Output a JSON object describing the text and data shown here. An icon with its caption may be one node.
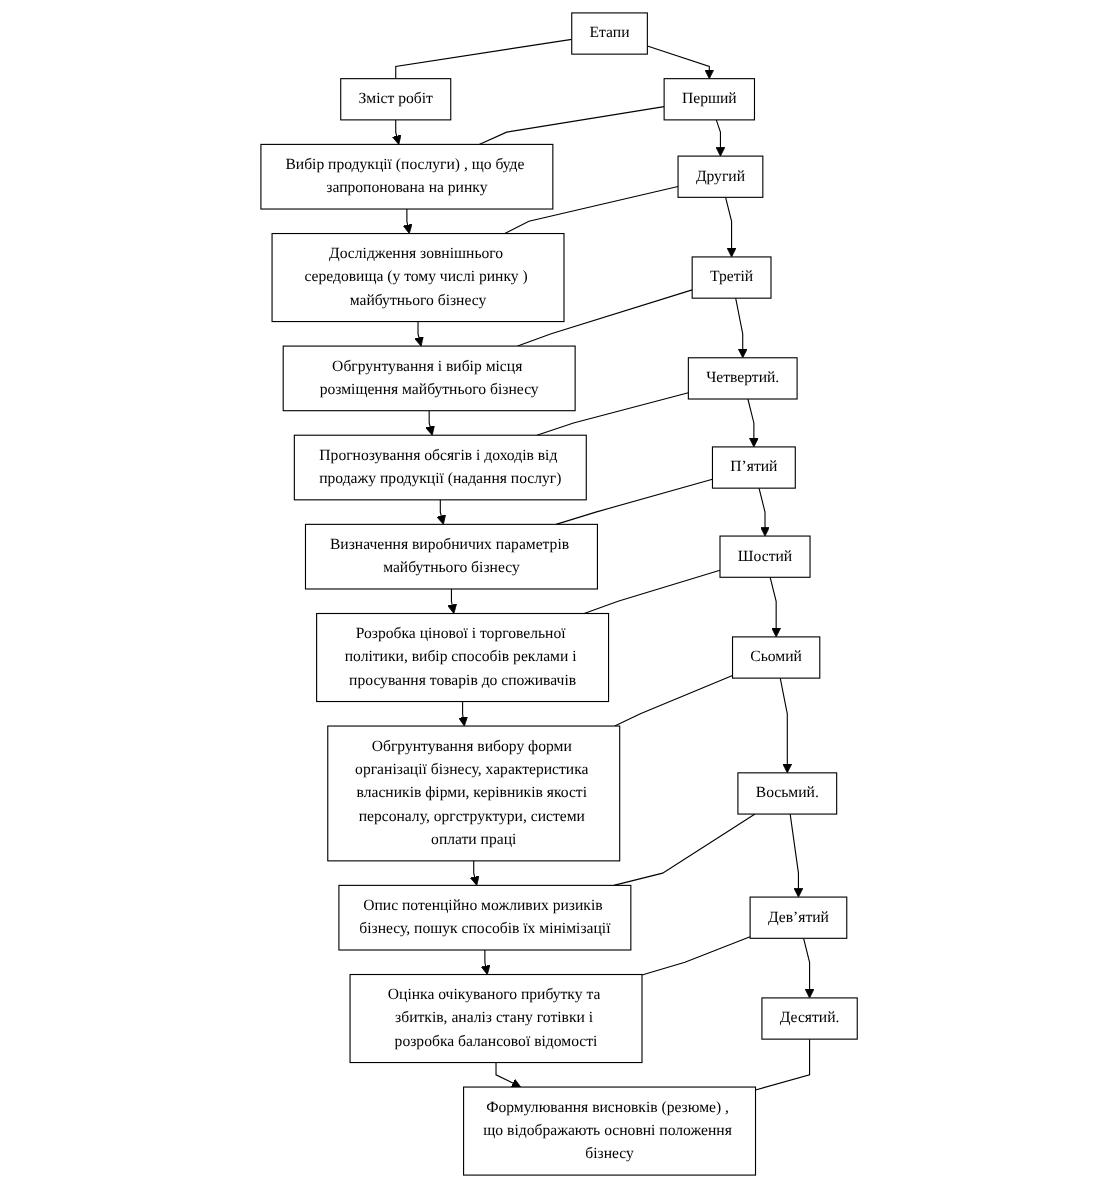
{
  "diagram": {
    "nodes": [
      {
        "text": [
          "Етапи"
        ]
      },
      {
        "text": [
          "Зміст робіт"
        ]
      },
      {
        "text": [
          "Перший"
        ]
      },
      {
        "text": [
          "Вибір продукції (послуги) , що буде запропонована на ринку"
        ]
      },
      {
        "text": [
          "Другий"
        ]
      },
      {
        "text": [
          "Дослідження зовнішнього середовища (у тому числі ринку ) майбутнього бізнесу"
        ]
      },
      {
        "text": [
          "Третій"
        ]
      },
      {
        "text": [
          "Обгрунтування і вибір місця розміщення майбутнього бізнесу"
        ]
      },
      {
        "text": [
          "Четвертий."
        ]
      },
      {
        "text": [
          "Прогнозування обсягів і доходів від продажу продукції (надання послуг)"
        ]
      },
      {
        "text": [
          "П’ятий"
        ]
      },
      {
        "text": [
          "Визначення виробничих параметрів майбутнього бізнесу"
        ]
      },
      {
        "text": [
          "Шостий"
        ]
      },
      {
        "text": [
          "Розробка цінової і торговельної політики, вибір способів реклами і просування товарів до споживачів"
        ]
      },
      {
        "text": [
          "Сьомий"
        ]
      },
      {
        "text": [
          "Обгрунтування вибору форми організації бізнесу, характеристика власників фірми, керівників якості персоналу, оргструктури, системи оплати праці"
        ]
      },
      {
        "text": [
          "Восьмий."
        ]
      },
      {
        "text": [
          "Опис потенційно можливих ризиків бізнесу, пошук способів їх мінімізації"
        ]
      },
      {
        "text": [
          "Дев’ятий"
        ]
      },
      {
        "text": [
          "Оцінка очікуваного прибутку та збитків, аналіз стану готівки і розробка балансової відомості"
        ]
      },
      {
        "text": [
          "Десятий."
        ]
      },
      {
        "text": [
          "Формулювання висновків (резюме) , що відображають основні положення бізнесу"
        ]
      }
    ],
    "edges": [
      {
        "from": 0,
        "to": 1,
        "arrow": "none"
      },
      {
        "from": 0,
        "to": 2,
        "arrow": "to"
      },
      {
        "from": 1,
        "to": 3,
        "arrow": "to"
      },
      {
        "from": 2,
        "to": 3,
        "arrow": "none"
      },
      {
        "from": 2,
        "to": 4,
        "arrow": "to"
      },
      {
        "from": 3,
        "to": 5,
        "arrow": "to"
      },
      {
        "from": 4,
        "to": 5,
        "arrow": "none"
      },
      {
        "from": 4,
        "to": 6,
        "arrow": "to"
      },
      {
        "from": 5,
        "to": 7,
        "arrow": "to"
      },
      {
        "from": 6,
        "to": 7,
        "arrow": "none"
      },
      {
        "from": 6,
        "to": 8,
        "arrow": "to"
      },
      {
        "from": 7,
        "to": 9,
        "arrow": "to"
      },
      {
        "from": 8,
        "to": 9,
        "arrow": "none"
      },
      {
        "from": 8,
        "to": 10,
        "arrow": "to"
      },
      {
        "from": 9,
        "to": 11,
        "arrow": "to"
      },
      {
        "from": 10,
        "to": 11,
        "arrow": "none"
      },
      {
        "from": 10,
        "to": 12,
        "arrow": "to"
      },
      {
        "from": 11,
        "to": 13,
        "arrow": "to"
      },
      {
        "from": 12,
        "to": 13,
        "arrow": "none"
      },
      {
        "from": 12,
        "to": 14,
        "arrow": "to"
      },
      {
        "from": 13,
        "to": 15,
        "arrow": "to"
      },
      {
        "from": 14,
        "to": 15,
        "arrow": "none"
      },
      {
        "from": 14,
        "to": 16,
        "arrow": "to"
      },
      {
        "from": 15,
        "to": 17,
        "arrow": "to"
      },
      {
        "from": 16,
        "to": 17,
        "arrow": "none"
      },
      {
        "from": 16,
        "to": 18,
        "arrow": "to"
      },
      {
        "from": 17,
        "to": 19,
        "arrow": "to"
      },
      {
        "from": 18,
        "to": 19,
        "arrow": "none"
      },
      {
        "from": 18,
        "to": 20,
        "arrow": "to"
      },
      {
        "from": 19,
        "to": 21,
        "arrow": "to"
      },
      {
        "from": 20,
        "to": 21,
        "arrow": "none"
      }
    ]
  }
}
